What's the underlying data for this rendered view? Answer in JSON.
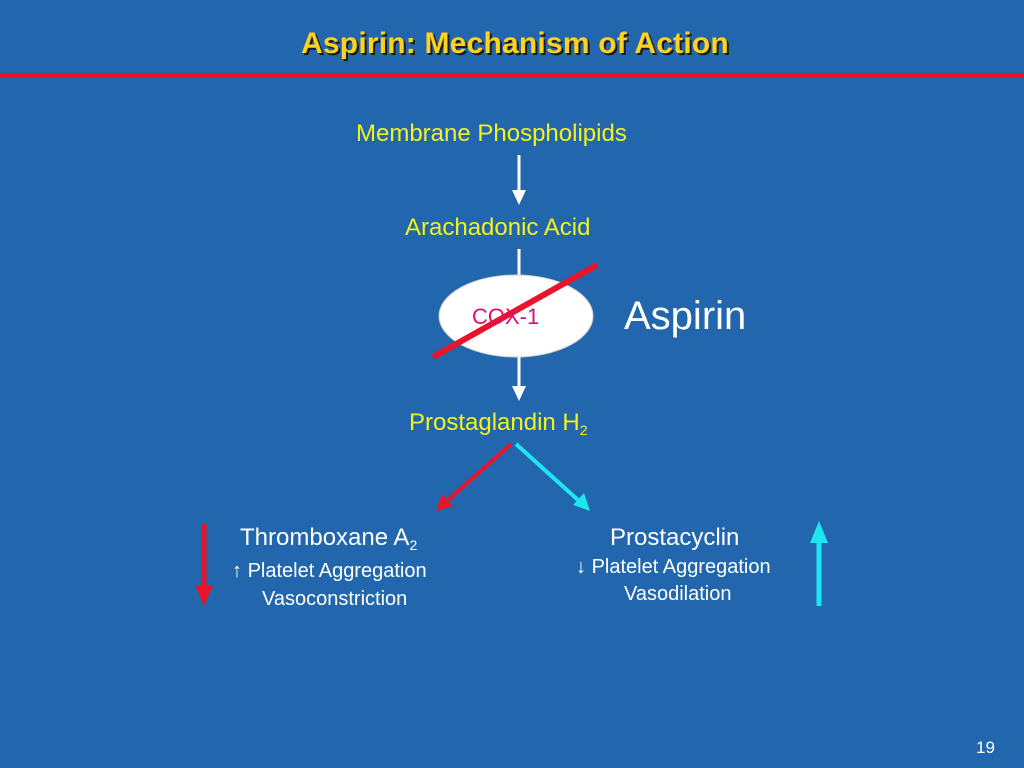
{
  "slide": {
    "title": "Aspirin: Mechanism of Action",
    "page_number": "19"
  },
  "pathway": {
    "substrate": "Membrane Phospholipids",
    "intermediate": "Arachadonic Acid",
    "enzyme": "COX-1",
    "inhibitor": "Aspirin",
    "product_base": "Prostaglandin H",
    "product_subscript": "2"
  },
  "branches": {
    "left": {
      "name_base": "Thromboxane A",
      "name_subscript": "2",
      "effect_arrow": "↑",
      "effect_1": "Platelet Aggregation",
      "effect_2": "Vasoconstriction",
      "color": "#e8142a",
      "trend": "down"
    },
    "right": {
      "name": "Prostacyclin",
      "effect_arrow": "↓",
      "effect_1": "Platelet Aggregation",
      "effect_2": "Vasodilation",
      "color": "#1ee6f0",
      "trend": "up"
    }
  },
  "colors": {
    "background": "#2266ad",
    "title": "#ffd21f",
    "rule": "#e8142a",
    "pathway_text": "#f2f21f",
    "enzyme_text": "#e0106e",
    "inhibition_line": "#e8142a"
  }
}
